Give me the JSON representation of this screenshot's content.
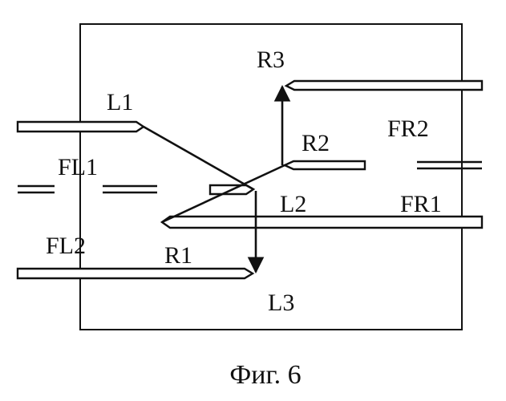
{
  "labels": {
    "L1": "L1",
    "L2": "L2",
    "L3": "L3",
    "R1": "R1",
    "R2": "R2",
    "R3": "R3",
    "FL1": "FL1",
    "FL2": "FL2",
    "FR1": "FR1",
    "FR2": "FR2"
  },
  "caption": "Фиг. 6",
  "colors": {
    "ink": "#111111",
    "background": "#ffffff"
  }
}
